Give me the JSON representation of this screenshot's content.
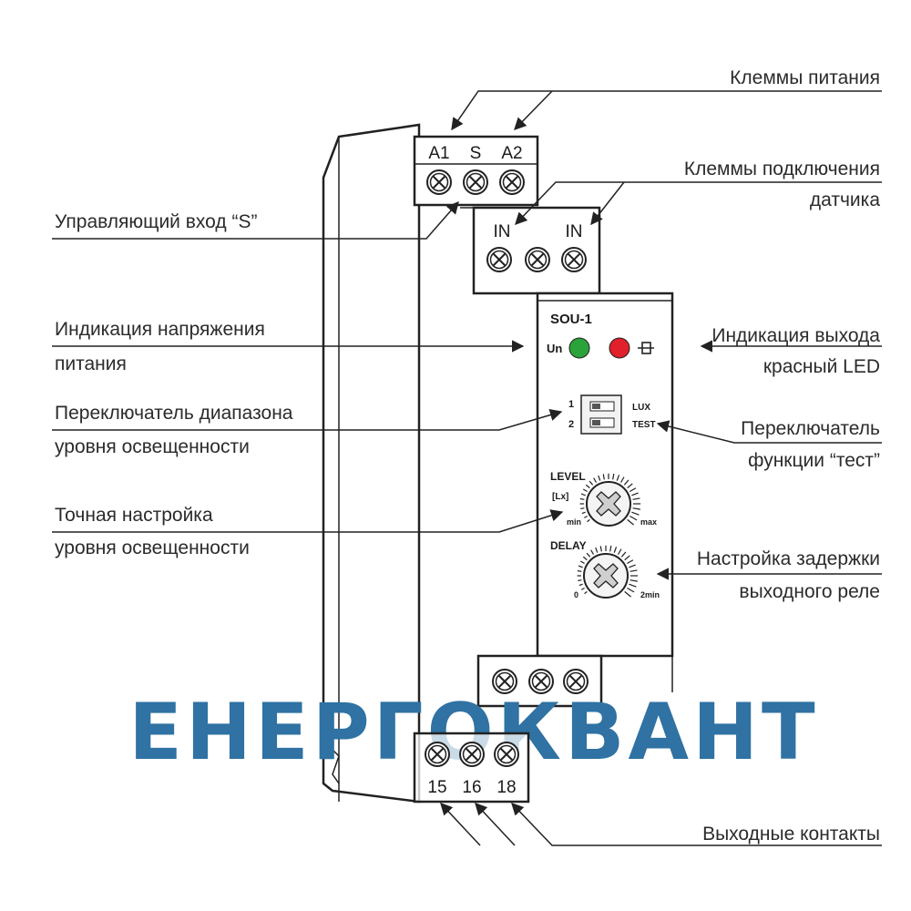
{
  "device": {
    "model": "SOU-1",
    "terminals_top": [
      "A1",
      "S",
      "A2"
    ],
    "terminals_sensor": [
      "IN",
      "IN"
    ],
    "terminals_bottom": [
      "15",
      "16",
      "18"
    ],
    "led_un_label": "Un",
    "dip_numbers": [
      "1",
      "2"
    ],
    "dip_labels": [
      "LUX",
      "TEST"
    ],
    "level_label": "LEVEL",
    "level_unit": "[Lx]",
    "level_min": "min",
    "level_max": "max",
    "delay_label": "DELAY",
    "delay_min": "0",
    "delay_max": "2min",
    "led_un_color": "#2aa33a",
    "led_out_color": "#e0202a"
  },
  "callouts": {
    "power_terminals": [
      "Клеммы питания"
    ],
    "sensor_terminals": [
      "Клеммы подключения",
      "датчика"
    ],
    "control_input": [
      "Управляющий вход “S”"
    ],
    "voltage_indication": [
      "Индикация напряжения",
      "питания"
    ],
    "output_indication": [
      "Индикация выхода",
      "красный LED"
    ],
    "range_switch": [
      "Переключатель диапазона",
      "уровня освещенности"
    ],
    "test_switch": [
      "Переключатель",
      "функции “тест”"
    ],
    "fine_level": [
      "Точная настройка",
      "уровня освещенности"
    ],
    "delay_setting": [
      "Настройка задержки",
      "выходного реле"
    ],
    "output_contacts": [
      "Выходные контакты"
    ]
  },
  "watermark": {
    "text": "ЕНЕРГОКВАНТ",
    "color": "#2f72a3"
  }
}
